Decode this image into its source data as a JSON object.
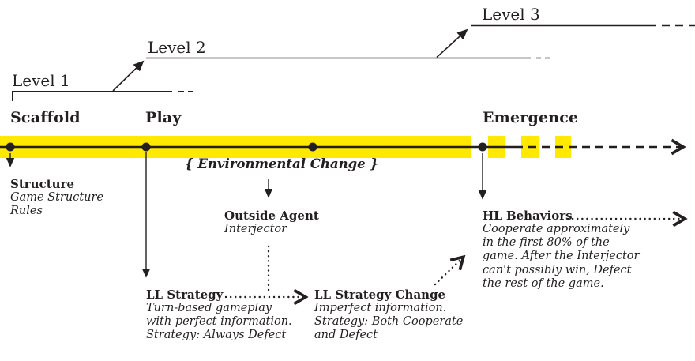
{
  "colors": {
    "ink": "#231f20",
    "highlight": "#ffe900"
  },
  "levels": [
    {
      "label": "Level 1"
    },
    {
      "label": "Level 2"
    },
    {
      "label": "Level 3"
    }
  ],
  "phases": [
    {
      "label": "Scaffold"
    },
    {
      "label": "Play"
    },
    {
      "label": "Emergence"
    }
  ],
  "timeline": {
    "environmental_change": "{ Environmental Change }"
  },
  "annotations": {
    "structure": {
      "title": "Structure",
      "lines": [
        "Game Structure",
        "Rules"
      ]
    },
    "outside_agent": {
      "title": "Outside Agent",
      "lines": [
        "Interjector"
      ]
    },
    "ll_strategy": {
      "title": "LL Strategy",
      "lines": [
        "Turn-based gameplay",
        "with perfect information.",
        "Strategy: Always Defect"
      ]
    },
    "ll_strategy_change": {
      "title": "LL Strategy Change",
      "lines": [
        "Imperfect information.",
        "Strategy: Both Cooperate",
        "and Defect"
      ]
    },
    "hl_behaviors": {
      "title": "HL Behaviors",
      "lines": [
        "Cooperate approximately",
        "in the first 80% of the",
        "game. After the Interjector",
        "can't possibly win, Defect",
        "the rest of the game."
      ]
    }
  }
}
